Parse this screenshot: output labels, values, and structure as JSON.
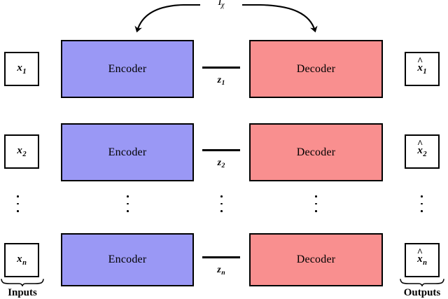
{
  "figure": {
    "type": "autoencoder-architecture-diagram",
    "background_color": "#ffffff",
    "stroke_color": "#000000",
    "encoder_color": "#9a98f5",
    "decoder_color": "#f98f8f"
  },
  "annotation": {
    "shared_symbol_base": "I",
    "shared_symbol_subscript": "χ",
    "description": "curved arrows from shared symbol to Encoder and Decoder of the first row"
  },
  "rows": [
    {
      "id": "row-1",
      "input_label_base": "x",
      "input_label_sub": "1",
      "encoder_label": "Encoder",
      "latent_label_base": "z",
      "latent_label_sub": "1",
      "decoder_label": "Decoder",
      "output_label_base": "x",
      "output_label_sub": "1",
      "output_has_hat": true
    },
    {
      "id": "row-2",
      "input_label_base": "x",
      "input_label_sub": "2",
      "encoder_label": "Encoder",
      "latent_label_base": "z",
      "latent_label_sub": "2",
      "decoder_label": "Decoder",
      "output_label_base": "x",
      "output_label_sub": "2",
      "output_has_hat": true
    },
    {
      "id": "row-n",
      "input_label_base": "x",
      "input_label_sub": "n",
      "encoder_label": "Encoder",
      "latent_label_base": "z",
      "latent_label_sub": "n",
      "decoder_label": "Decoder",
      "output_label_base": "x",
      "output_label_sub": "n",
      "output_has_hat": true
    }
  ],
  "ellipsis": {
    "glyph": "vertical-dots",
    "count": 5
  },
  "braces": {
    "inputs_label": "Inputs",
    "outputs_label": "Outputs"
  }
}
